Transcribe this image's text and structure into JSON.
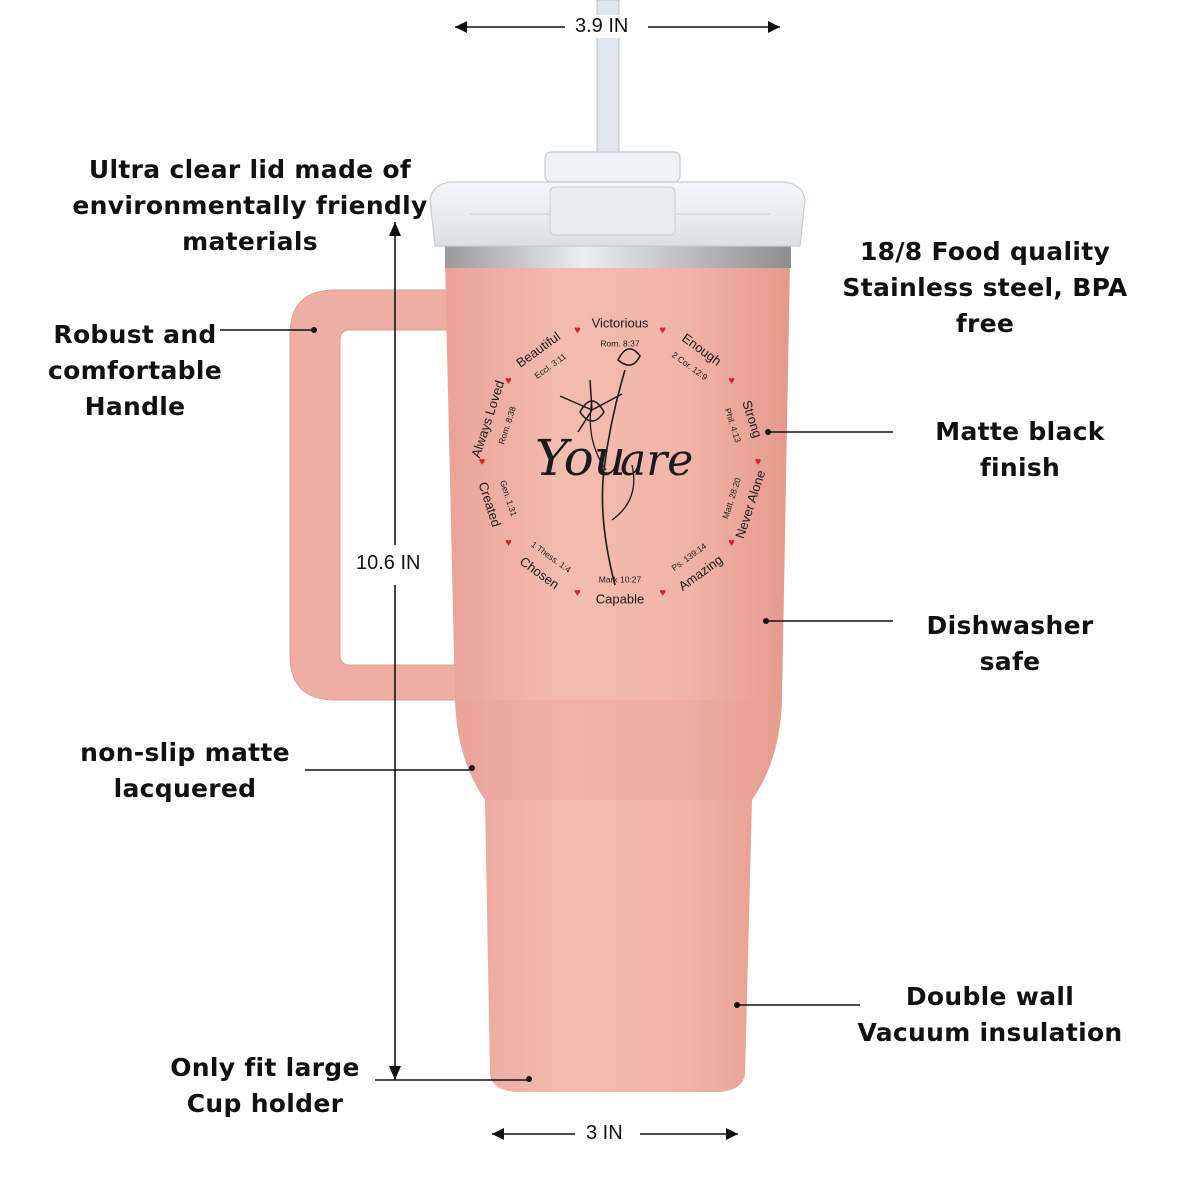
{
  "dimensions": {
    "top_width": "3.9 IN",
    "height": "10.6 IN",
    "bottom_width": "3 IN"
  },
  "callouts": {
    "lid": [
      "Ultra clear lid made of",
      "environmentally friendly",
      "materials"
    ],
    "handle": [
      "Robust and",
      "comfortable",
      "Handle"
    ],
    "non_slip": [
      "non-slip matte",
      "lacquered"
    ],
    "cup_holder": [
      "Only fit large",
      "Cup holder"
    ],
    "steel": [
      "18/8 Food quality",
      "Stainless steel, BPA free"
    ],
    "finish": "Matte black finish",
    "dishwasher": "Dishwasher safe",
    "insulation": [
      "Double wall",
      "Vacuum insulation"
    ]
  },
  "engraving": {
    "title_script": "You",
    "title_word": "are",
    "ring_words": [
      "Victorious",
      "Enough",
      "Strong",
      "Never Alone",
      "Amazing",
      "Capable",
      "Chosen",
      "Created",
      "Always Loved",
      "Beautiful"
    ],
    "references": [
      "Rom. 8:37",
      "2 Cor. 12:9",
      "Phil. 4:13",
      "Matt. 28:20",
      "Ps. 139:14",
      "Mark 10:27",
      "1 Thess. 1:4",
      "Gen. 1:31",
      "Rom. 8:38",
      "Eccl. 3:11"
    ]
  },
  "colors": {
    "tumbler": "#f3b8ad",
    "tumbler_shade": "#e9a597",
    "heart": "#d81f2a",
    "ink": "#1a1a1a",
    "steel": "#c9c9c9",
    "straw": "#dfe6ee"
  }
}
